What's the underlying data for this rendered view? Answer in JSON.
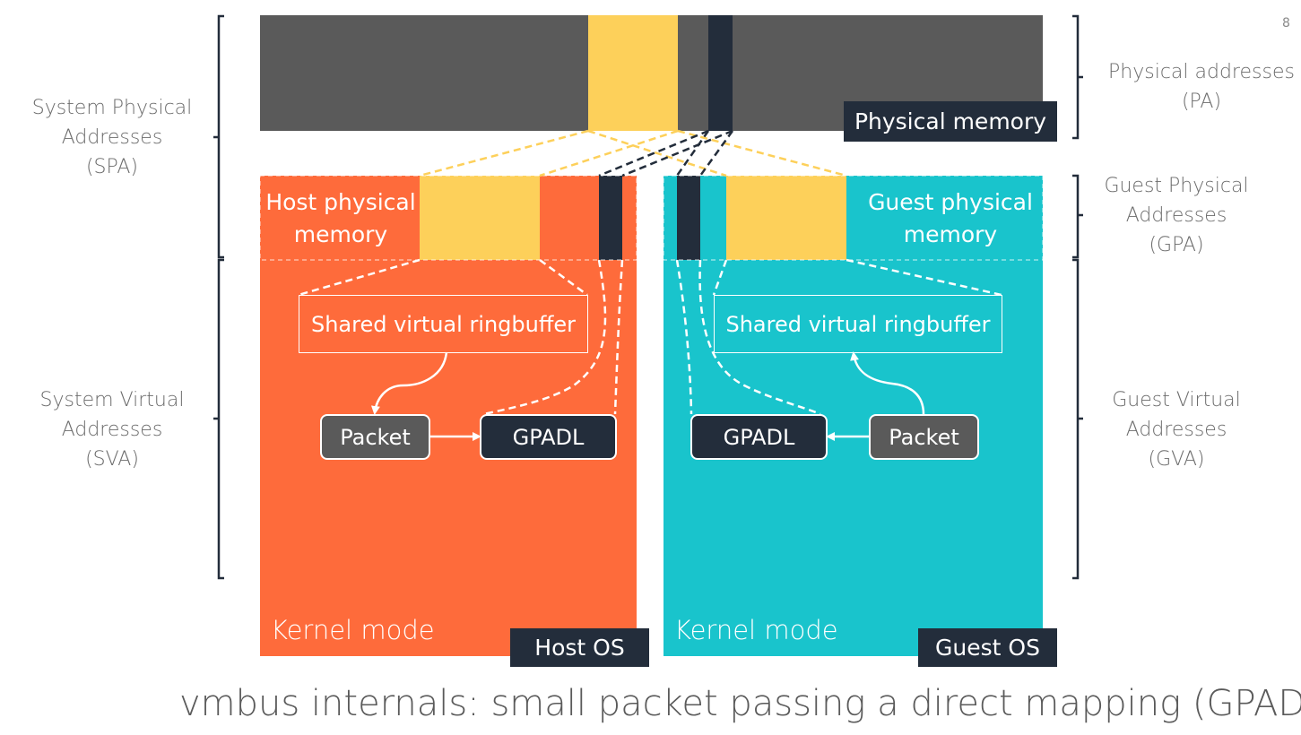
{
  "slide_number": "8",
  "title": "vmbus internals: small packet passing a direct mapping (GPADL)",
  "colors": {
    "physical_memory": "#5a5a5a",
    "shared_page": "#fdd05a",
    "gpadl_page": "#232d3b",
    "host": "#fe6b3b",
    "guest": "#19c4cc",
    "bracket": "#232d3b",
    "label_text": "#6b6b6b"
  },
  "left_labels": {
    "spa": "System Physical\nAddresses\n(SPA)",
    "sva": "System Virtual\nAddresses\n(SVA)"
  },
  "right_labels": {
    "pa": "Physical addresses\n(PA)",
    "gpa": "Guest Physical\nAddresses\n(GPA)",
    "gva": "Guest Virtual\nAddresses\n(GVA)"
  },
  "physical_memory": {
    "label": "Physical memory"
  },
  "host": {
    "physical_memory_label": "Host physical\nmemory",
    "ringbuffer_label": "Shared virtual ringbuffer",
    "packet_label": "Packet",
    "gpadl_label": "GPADL",
    "kernel_label": "Kernel mode",
    "os_tag": "Host OS"
  },
  "guest": {
    "physical_memory_label": "Guest physical\nmemory",
    "ringbuffer_label": "Shared virtual ringbuffer",
    "packet_label": "Packet",
    "gpadl_label": "GPADL",
    "kernel_label": "Kernel mode",
    "os_tag": "Guest OS"
  }
}
